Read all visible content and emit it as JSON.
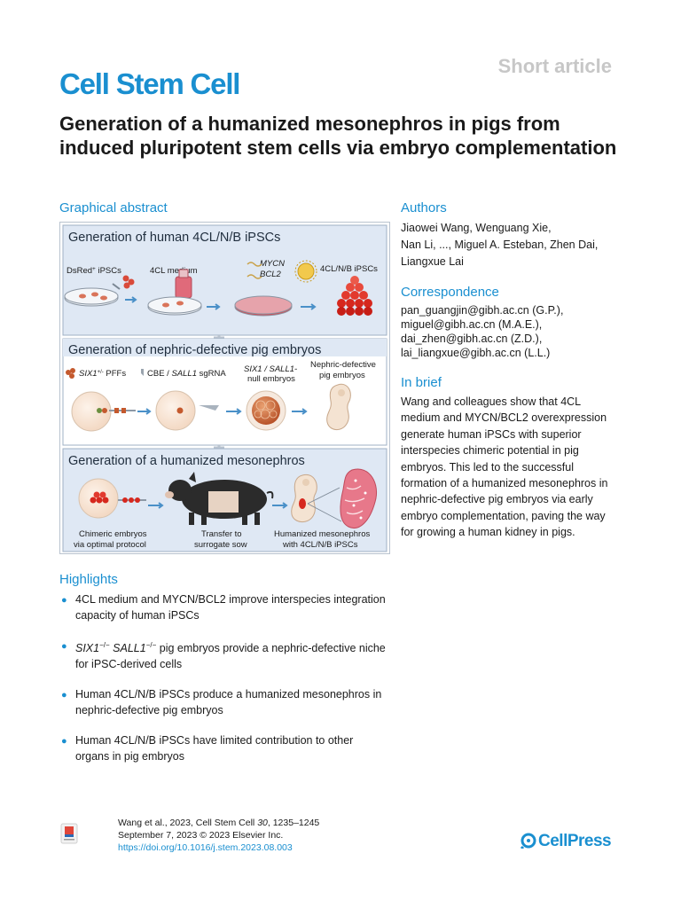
{
  "header": {
    "article_type": "Short article",
    "journal": "Cell Stem Cell",
    "title": "Generation of a humanized mesonephros in pigs from induced pluripotent stem cells via embryo complementation"
  },
  "graphical_abstract": {
    "heading": "Graphical abstract",
    "panel1": {
      "title": "Generation of human 4CL/N/B iPSCs",
      "label_dsred": "DsRed",
      "label_dsred_sup": "+",
      "label_ipscs": " iPSCs",
      "label_medium": "4CL medium",
      "label_mycn": "MYCN",
      "label_bcl2": "BCL2",
      "label_result": "4CL/N/B iPSCs"
    },
    "panel2": {
      "title": "Generation of nephric-defective pig embryos",
      "label_six1": "SIX1",
      "label_six1_sup": "+/-",
      "label_pffs": " PFFs",
      "label_cbe": "CBE / ",
      "label_sall1": "SALL1",
      "label_sgrna": " sgRNA",
      "label_null_1a": "SIX1 / SALL1-",
      "label_null_2": "null embryos",
      "label_def_1": "Nephric-defective",
      "label_def_2": "pig embryos"
    },
    "panel3": {
      "title": "Generation of a humanized mesonephros",
      "label_chim_1": "Chimeric embryos",
      "label_chim_2": "via optimal protocol",
      "label_tr_1": "Transfer to",
      "label_tr_2": "surrogate sow",
      "label_hm_1": "Humanized mesonephros",
      "label_hm_2": "with 4CL/N/B iPSCs"
    }
  },
  "authors": {
    "heading": "Authors",
    "line1": "Jiaowei Wang, Wenguang Xie,",
    "line2": "Nan Li, ..., Miguel A. Esteban, Zhen Dai,",
    "line3": "Liangxue Lai"
  },
  "correspondence": {
    "heading": "Correspondence",
    "emails": [
      "pan_guangjin@gibh.ac.cn (G.P.),",
      "miguel@gibh.ac.cn (M.A.E.),",
      "dai_zhen@gibh.ac.cn (Z.D.),",
      "lai_liangxue@gibh.ac.cn (L.L.)"
    ]
  },
  "in_brief": {
    "heading": "In brief",
    "text": "Wang and colleagues show that 4CL medium and MYCN/BCL2 overexpression generate human iPSCs with superior interspecies chimeric potential in pig embryos. This led to the successful formation of a humanized mesonephros in nephric-defective pig embryos via early embryo complementation, paving the way for growing a human kidney in pigs."
  },
  "highlights": {
    "heading": "Highlights",
    "item1": "4CL medium and MYCN/BCL2 improve interspecies integration capacity of human iPSCs",
    "item2_six1": "SIX1",
    "item2_sup1": "−/−",
    "item2_sall1": "SALL1",
    "item2_sup2": "−/−",
    "item2_rest": " pig embryos provide a nephric-defective niche for iPSC-derived cells",
    "item3": "Human 4CL/N/B iPSCs produce a humanized mesonephros in nephric-defective pig embryos",
    "item4": "Human 4CL/N/B iPSCs have limited contribution to other organs in pig embryos",
    "bullet": "●"
  },
  "footer": {
    "citation_prefix": "Wang et al., 2023, Cell Stem Cell ",
    "volume": "30",
    "pages": ", 1235–1245",
    "date_line": "September 7, 2023 © 2023 Elsevier Inc.",
    "doi": "https://doi.org/10.1016/j.stem.2023.08.003"
  },
  "publisher": {
    "name": "CellPress"
  },
  "colors": {
    "accent": "#1a8fd0",
    "panel_bg": "#dfe8f4"
  }
}
